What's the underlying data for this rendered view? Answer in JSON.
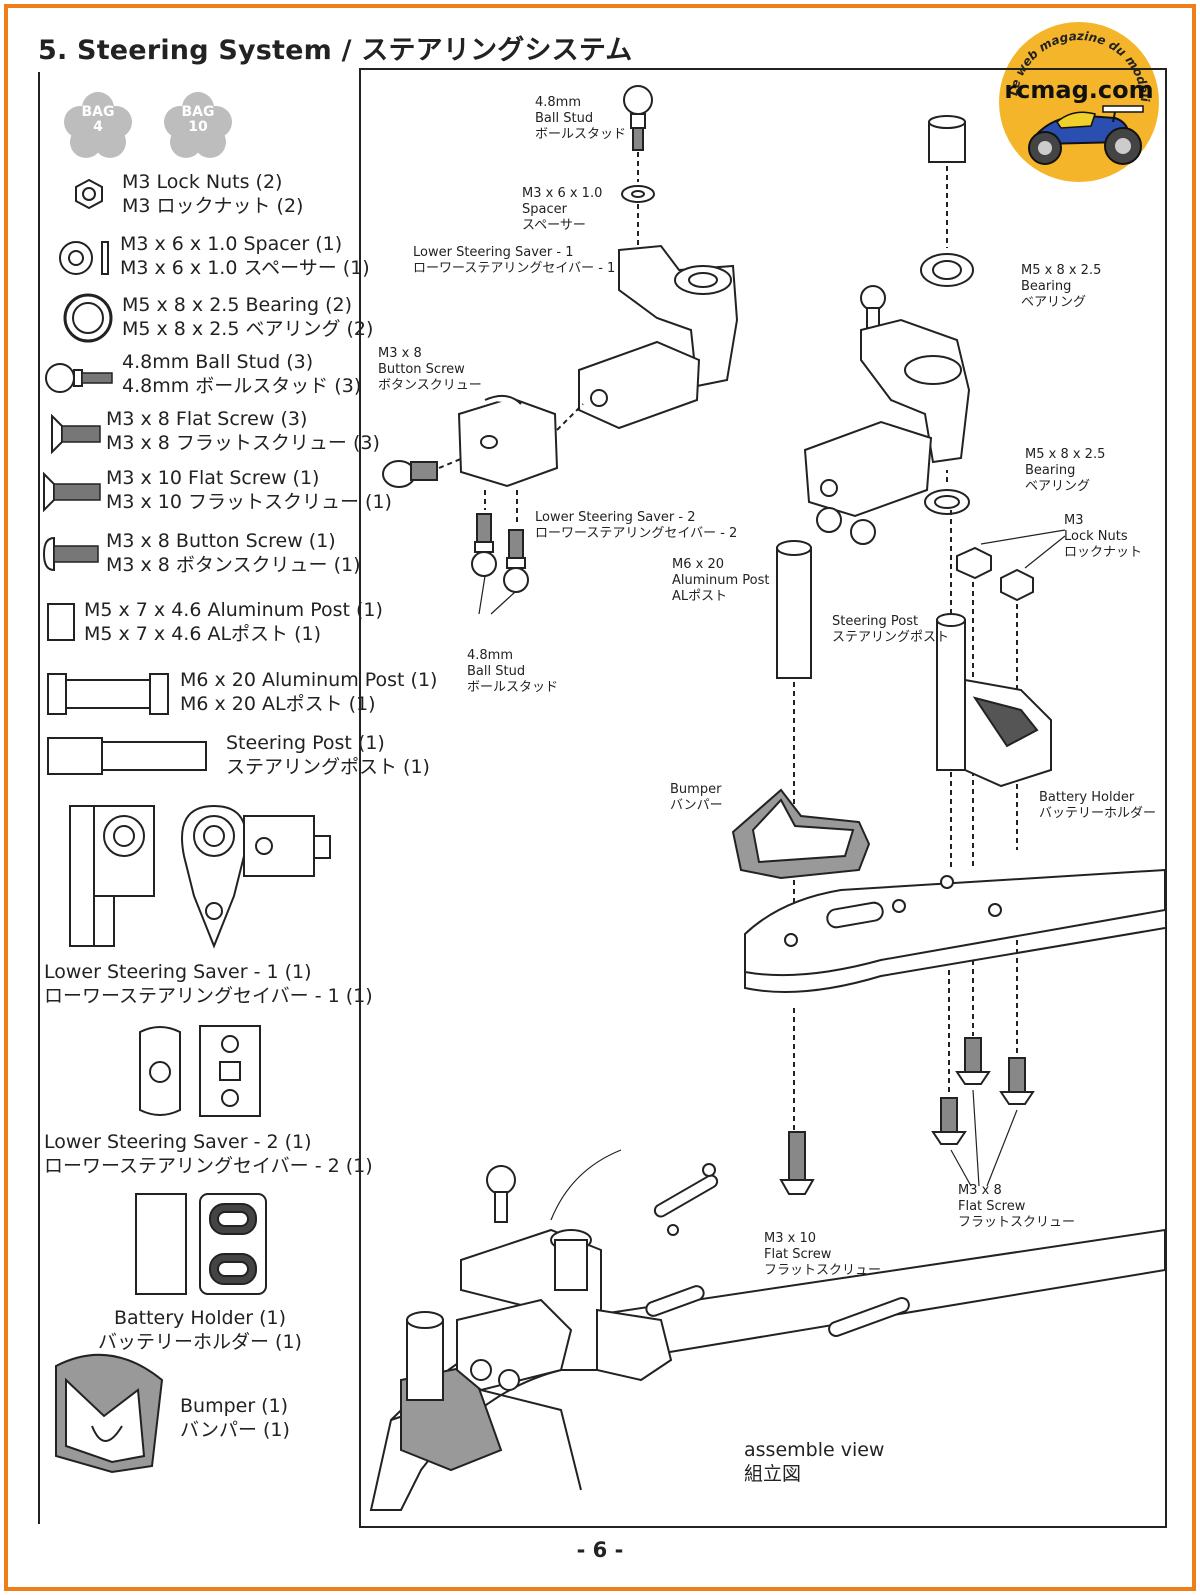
{
  "title": "5. Steering System / ステアリングシステム",
  "page_number": "- 6 -",
  "bags": [
    {
      "line1": "BAG",
      "line2": "4"
    },
    {
      "line1": "BAG",
      "line2": "10"
    }
  ],
  "parts": [
    {
      "en": "M3 Lock Nuts (2)",
      "jp": "M3 ロックナット (2)"
    },
    {
      "en": "M3 x 6 x 1.0 Spacer (1)",
      "jp": "M3 x 6 x 1.0 スペーサー (1)"
    },
    {
      "en": "M5 x 8 x 2.5 Bearing (2)",
      "jp": "M5 x 8 x 2.5 ベアリング (2)"
    },
    {
      "en": "4.8mm Ball Stud (3)",
      "jp": "4.8mm ボールスタッド (3)"
    },
    {
      "en": "M3 x 8 Flat Screw (3)",
      "jp": "M3 x 8 フラットスクリュー (3)"
    },
    {
      "en": "M3 x 10 Flat Screw (1)",
      "jp": "M3 x 10 フラットスクリュー (1)"
    },
    {
      "en": "M3 x 8 Button Screw (1)",
      "jp": "M3 x 8 ボタンスクリュー (1)"
    },
    {
      "en": "M5 x 7 x 4.6 Aluminum Post (1)",
      "jp": "M5 x 7 x 4.6 ALポスト (1)"
    },
    {
      "en": "M6 x 20 Aluminum Post (1)",
      "jp": "M6 x 20 ALポスト (1)"
    },
    {
      "en": "Steering Post (1)",
      "jp": "ステアリングポスト (1)"
    },
    {
      "en": "Lower Steering Saver - 1 (1)",
      "jp": "ローワーステアリングセイバー - 1 (1)"
    },
    {
      "en": "Lower Steering Saver - 2 (1)",
      "jp": "ローワーステアリングセイバー - 2 (1)"
    },
    {
      "en": "Battery Holder (1)",
      "jp": "バッテリーホルダー (1)"
    },
    {
      "en": "Bumper (1)",
      "jp": "バンパー (1)"
    }
  ],
  "callouts": {
    "ball_stud_top": [
      "4.8mm",
      "Ball Stud",
      "ボールスタッド"
    ],
    "spacer": [
      "M3 x 6 x 1.0",
      "Spacer",
      "スペーサー"
    ],
    "lower_saver_1": [
      "Lower Steering Saver - 1",
      "ローワーステアリングセイバー - 1"
    ],
    "button_screw": [
      "M3 x 8",
      "Button Screw",
      "ボタンスクリュー"
    ],
    "lower_saver_2": [
      "Lower Steering Saver - 2",
      "ローワーステアリングセイバー - 2"
    ],
    "ball_stud_bottom": [
      "4.8mm",
      "Ball Stud",
      "ボールスタッド"
    ],
    "bearing_top": [
      "M5 x 8 x 2.5",
      "Bearing",
      "ベアリング"
    ],
    "bearing_bottom": [
      "M5 x 8 x 2.5",
      "Bearing",
      "ベアリング"
    ],
    "lock_nuts": [
      "M3",
      "Lock Nuts",
      "ロックナット"
    ],
    "alu_post": [
      "M6 x 20",
      "Aluminum Post",
      "ALポスト"
    ],
    "steering_post": [
      "Steering Post",
      "ステアリングポスト"
    ],
    "bumper": [
      "Bumper",
      "バンパー"
    ],
    "battery_holder": [
      "Battery Holder",
      "バッテリーホルダー"
    ],
    "flat_screw_10": [
      "M3 x 10",
      "Flat Screw",
      "フラットスクリュー"
    ],
    "flat_screw_8": [
      "M3 x 8",
      "Flat Screw",
      "フラットスクリュー"
    ],
    "assemble_view": [
      "assemble view",
      "組立図"
    ]
  },
  "logo": {
    "arc_text": "Le web magazine du modelisme",
    "brand": "rcmag.com"
  },
  "colors": {
    "frame": "#ef7d1a",
    "logo_bg": "#f5b52a",
    "ink": "#222222",
    "bag_badge": "#bdbdbd"
  }
}
